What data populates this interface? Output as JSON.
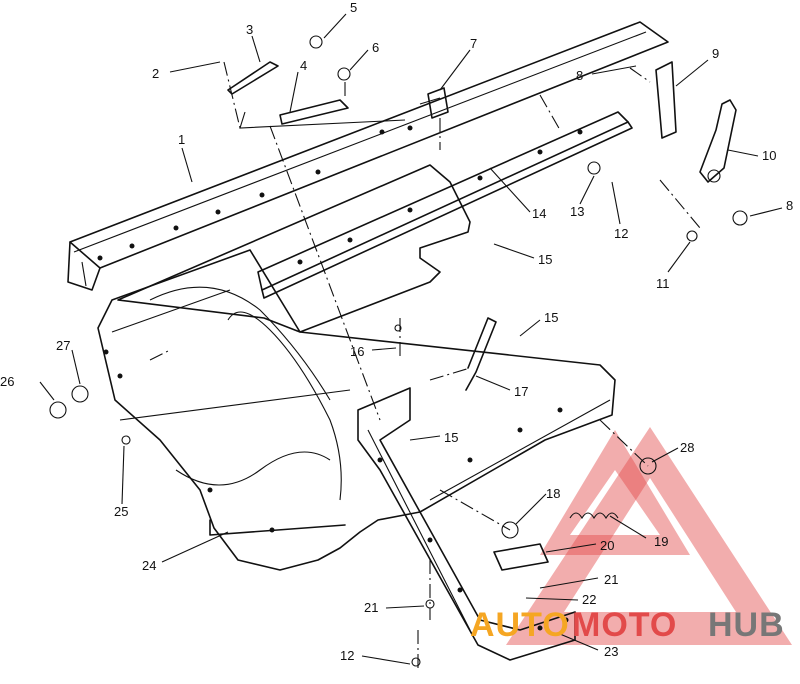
{
  "callouts": [
    {
      "id": "1",
      "label": "1"
    },
    {
      "id": "2",
      "label": "2"
    },
    {
      "id": "3",
      "label": "3"
    },
    {
      "id": "4",
      "label": "4"
    },
    {
      "id": "5",
      "label": "5"
    },
    {
      "id": "6",
      "label": "6"
    },
    {
      "id": "7",
      "label": "7"
    },
    {
      "id": "8a",
      "label": "8"
    },
    {
      "id": "9",
      "label": "9"
    },
    {
      "id": "10",
      "label": "10"
    },
    {
      "id": "8b",
      "label": "8"
    },
    {
      "id": "11",
      "label": "11"
    },
    {
      "id": "12a",
      "label": "12"
    },
    {
      "id": "13",
      "label": "13"
    },
    {
      "id": "14",
      "label": "14"
    },
    {
      "id": "15a",
      "label": "15"
    },
    {
      "id": "15b",
      "label": "15"
    },
    {
      "id": "16",
      "label": "16"
    },
    {
      "id": "17",
      "label": "17"
    },
    {
      "id": "15c",
      "label": "15"
    },
    {
      "id": "27",
      "label": "27"
    },
    {
      "id": "26",
      "label": "26"
    },
    {
      "id": "25",
      "label": "25"
    },
    {
      "id": "24",
      "label": "24"
    },
    {
      "id": "28",
      "label": "28"
    },
    {
      "id": "18",
      "label": "18"
    },
    {
      "id": "19",
      "label": "19"
    },
    {
      "id": "20",
      "label": "20"
    },
    {
      "id": "21a",
      "label": "21"
    },
    {
      "id": "22",
      "label": "22"
    },
    {
      "id": "21b",
      "label": "21"
    },
    {
      "id": "23",
      "label": "23"
    },
    {
      "id": "12b",
      "label": "12"
    }
  ],
  "watermark": {
    "text_auto": "AUTO",
    "text_moto": "MOTO",
    "text_hub": "HUB",
    "color_red": "#e24a4a",
    "color_orange": "#f5a623",
    "color_gray": "#777777"
  },
  "colors": {
    "line": "#111111",
    "background": "#ffffff"
  }
}
